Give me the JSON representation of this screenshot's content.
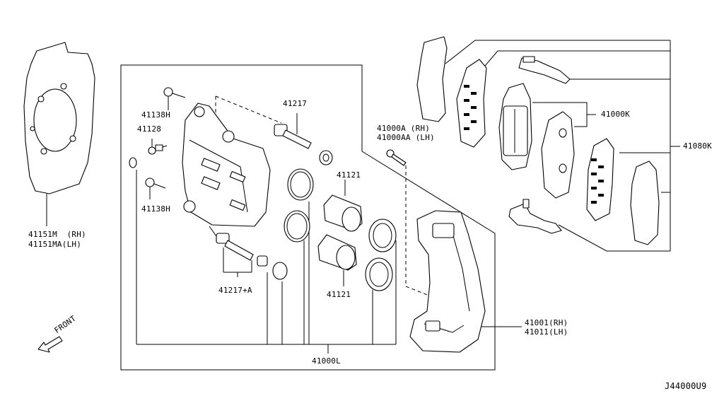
{
  "labels": {
    "shield": [
      "41151M  (RH)",
      "41151MA(LH)"
    ],
    "bolt_upper": "41138H",
    "bleeder": "41128",
    "bolt_lower": "41138H",
    "pin_upper": "41217",
    "pin_lower": "41217+A",
    "piston_upper": "41121",
    "piston_lower": "41121",
    "caliper_assy": [
      "41000A (RH)",
      "41000AA (LH)"
    ],
    "pad_kit": "41000K",
    "pad_set": "41080K",
    "caliper_body": [
      "41001(RH)",
      "41011(LH)"
    ],
    "seal_kit": "41000L",
    "front": "FRONT",
    "diagram_code": "J44000U9"
  }
}
